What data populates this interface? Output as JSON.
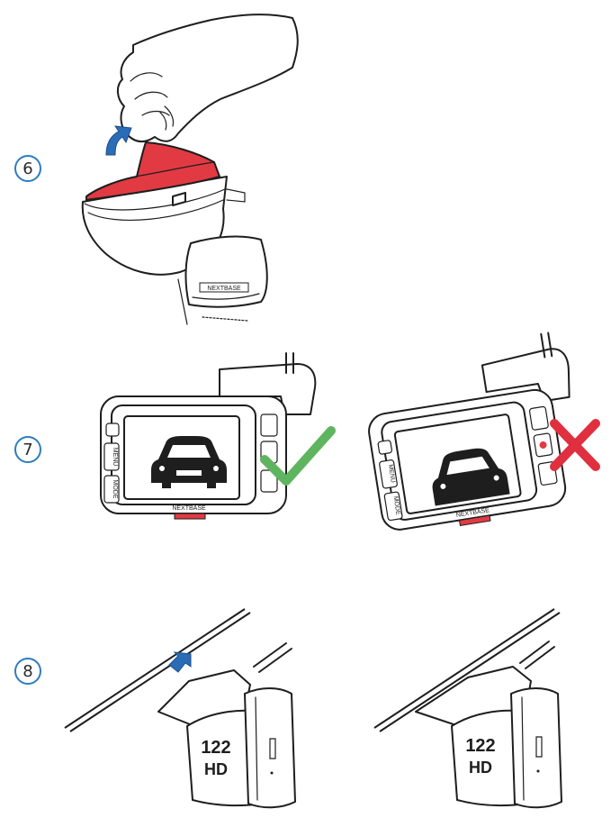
{
  "steps": [
    {
      "number": "6"
    },
    {
      "number": "7"
    },
    {
      "number": "8"
    }
  ],
  "device": {
    "brand_logo": "NEXTBASE",
    "model": "122",
    "model_suffix": "HD",
    "button_menu": "MENU",
    "button_mode": "MODE"
  },
  "icons": {
    "correct": "check-icon",
    "incorrect": "cross-icon",
    "direction": "arrow-icon"
  },
  "colors": {
    "adhesive_red": "#e23a43",
    "arrow_blue": "#2a6cb5",
    "check_green": "#5fb55f",
    "cross_red": "#e0303f",
    "badge_blue": "#2f7cc0"
  }
}
